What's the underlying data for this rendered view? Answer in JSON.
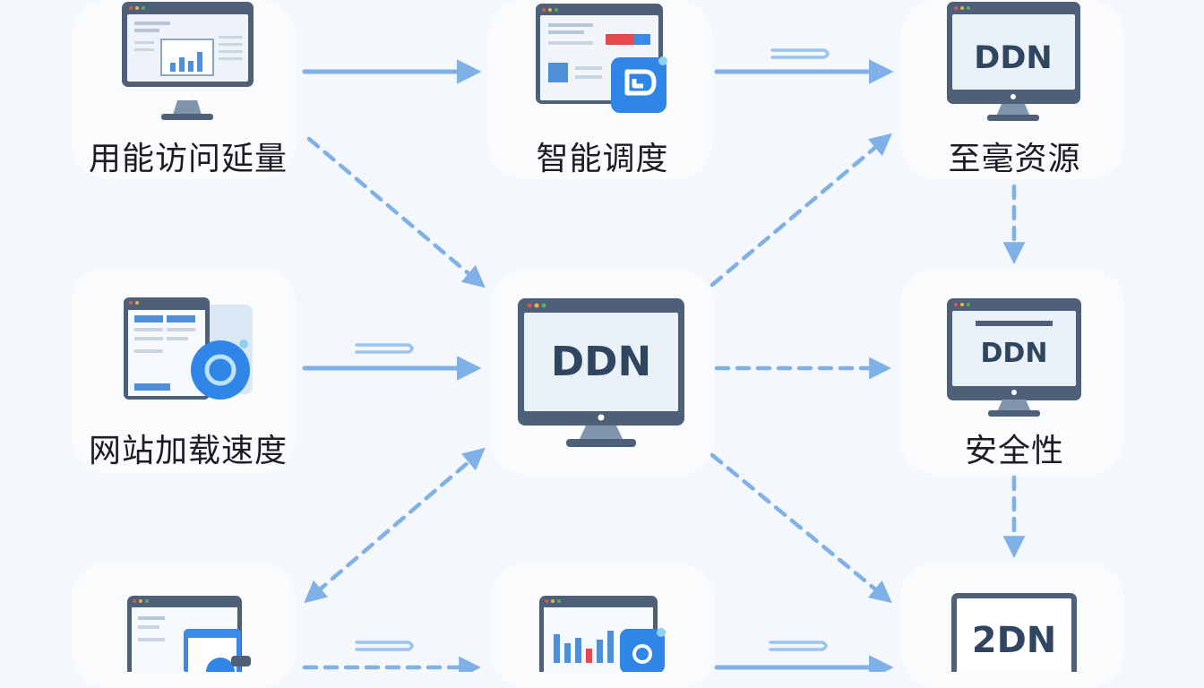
{
  "nodes": {
    "latency": {
      "label": "用能访问延量"
    },
    "schedule": {
      "label": "智能调度"
    },
    "resource": {
      "label": "至毫资源",
      "screen_text": "DDN"
    },
    "website": {
      "label": "网站加载速度"
    },
    "center": {
      "screen_text": "DDN"
    },
    "security": {
      "label": "安全性",
      "screen_text": "DDN"
    },
    "bottom_right": {
      "screen_text": "2DN"
    }
  },
  "colors": {
    "arrow": "#7fb0e8",
    "accent_blue": "#2f86e6",
    "bezel": "#4d6078",
    "screen": "#eaf1f9",
    "background": "#f4f7fb"
  }
}
